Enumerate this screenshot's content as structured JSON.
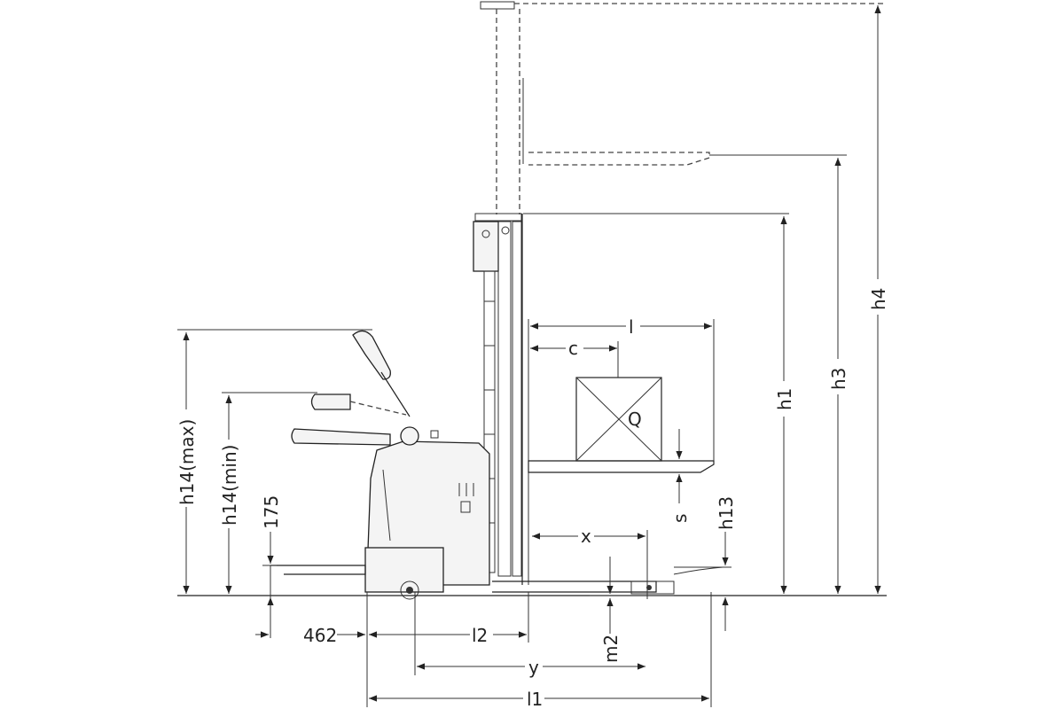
{
  "dimensions": {
    "h4": "h4",
    "h3": "h3",
    "h1": "h1",
    "h13": "h13",
    "s": "s",
    "l": "l",
    "c": "c",
    "x": "x",
    "y": "y",
    "l1": "l1",
    "l2": "l2",
    "m2": "m2",
    "h14_max": "h14(max)",
    "h14_min": "h14(min)",
    "v175": "175",
    "v462": "462"
  },
  "load_label": "Q"
}
